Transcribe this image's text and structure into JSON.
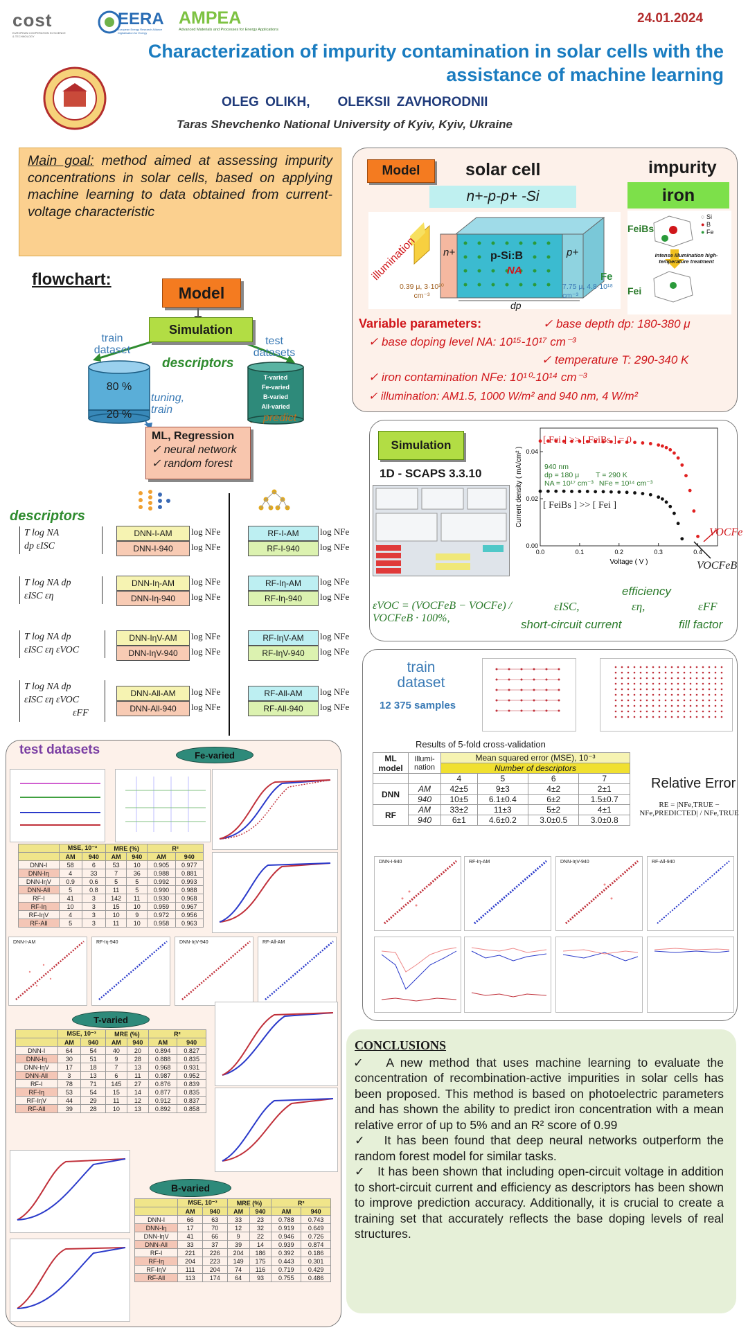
{
  "header": {
    "logos": {
      "cost": "cost",
      "cost_sub": "EUROPEAN COOPERATION IN SCIENCE & TECHNOLOGY",
      "eera": "EERA",
      "eera_sub": "European Energy Research Alliance Digitalisation for Energy",
      "ampea": "AMPEA",
      "ampea_sub": "Advanced Materials and Processes for Energy Applications"
    },
    "date": "24.01.2024",
    "title_line1": "Characterization of impurity contamination in solar cells with the",
    "title_line2": "assistance of machine learning",
    "author1": "OLEG OLIKH,",
    "author2": "OLEKSII ZAVHORODNII",
    "affiliation": "Taras Shevchenko National University of Kyiv, Kyiv, Ukraine"
  },
  "main_goal": {
    "lead": "Main goal:",
    "text": " method aimed at assessing impurity concentrations in solar cells, based on applying machine learning to data obtained from current-voltage characteristic"
  },
  "flowchart": {
    "title": "flowchart:",
    "model": "Model",
    "simulation": "Simulation",
    "train_dataset": "train dataset",
    "test_datasets": "test datasets",
    "descriptors": "descriptors",
    "pct80": "80 %",
    "pct20": "20 %",
    "tuning": "tuning, train",
    "predict": "predict",
    "test_list": [
      "T-varied",
      "Fe-varied",
      "B-varied",
      "All-varied"
    ],
    "ml_title": "ML, Regression",
    "ml_items": [
      "neural network",
      "random forest"
    ]
  },
  "descriptors": {
    "title": "descriptors",
    "groups": [
      {
        "dnn": [
          "DNN-I-AM",
          "DNN-I-940"
        ],
        "rf": [
          "RF-I-AM",
          "RF-I-940"
        ],
        "matrix": [
          "T   log NA",
          "dp   εISC"
        ]
      },
      {
        "dnn": [
          "DNN-Iη-AM",
          "DNN-Iη-940"
        ],
        "rf": [
          "RF-Iη-AM",
          "RF-Iη-940"
        ],
        "matrix": [
          "T  log NA  dp",
          "εISC   εη"
        ]
      },
      {
        "dnn": [
          "DNN-IηV-AM",
          "DNN-IηV-940"
        ],
        "rf": [
          "RF-IηV-AM",
          "RF-IηV-940"
        ],
        "matrix": [
          "T  log NA  dp",
          "εISC  εη  εVOC"
        ]
      },
      {
        "dnn": [
          "DNN-All-AM",
          "DNN-All-940"
        ],
        "rf": [
          "RF-All-AM",
          "RF-All-940"
        ],
        "matrix": [
          "T  log NA  dp",
          "εISC  εη  εVOC",
          "εFF"
        ]
      }
    ],
    "output": "log NFe"
  },
  "model_panel": {
    "model": "Model",
    "solar_cell": "solar cell",
    "structure": "n+-p-p+ -Si",
    "impurity": "impurity",
    "iron": "iron",
    "illumination": "illumination",
    "n_plus": "n+",
    "p_plus": "p+",
    "psi_b": "p-Si:B",
    "na": "NA",
    "dp": "dp",
    "fe": "Fe",
    "left_dim": "0.39 μ, 3·10²⁰ cm⁻³",
    "right_dim": "7.75 μ, 4.8·10¹⁸ cm⁻³",
    "feb": "FeiBs",
    "fei": "Fei",
    "legend": [
      "Si",
      "B",
      "Fe"
    ],
    "treatment": "intense illumination high-temperature treatment",
    "var_title": "Variable parameters:",
    "params": [
      "base depth dp: 180-380 μ",
      "base doping level NA: 10¹⁵-10¹⁷ cm⁻³",
      "temperature T: 290-340 K",
      "iron contamination NFe: 10¹⁰-10¹⁴ cm⁻³",
      "illumination: AM1.5, 1000 W/m² and 940 nm, 4 W/m²"
    ]
  },
  "simulation_panel": {
    "simulation": "Simulation",
    "scaps": "1D - SCAPS 3.3.10",
    "fe_label": "[ Fei ] >> [ FeiBs ] = 0",
    "feb_label": "[ FeiBs ] >> [ Fei ]",
    "cond": [
      "940 nm",
      "dp = 180 μ",
      "T = 290 K",
      "NA = 10¹⁷ cm⁻³",
      "NFe = 10¹⁴ cm⁻³"
    ],
    "voc_fe": "VOCFe",
    "voc_feb": "VOCFeB",
    "ylabel": "Current density ( mA/cm² )",
    "xlabel": "Voltage ( V )",
    "formula": "εVOC = (VOCFeB − VOCFe) / VOCFeB · 100%,",
    "eisc": "εISC,",
    "eeta": "εη,",
    "eff": "εFF",
    "efficiency": "efficiency",
    "sc_current": "short-circuit current",
    "fill_factor": "fill factor"
  },
  "chart_data": {
    "type": "scatter",
    "title": "",
    "xlabel": "Voltage ( V )",
    "ylabel": "Current density ( mA/cm² )",
    "xlim": [
      0,
      0.45
    ],
    "ylim": [
      0,
      0.05
    ],
    "xticks": [
      "0.0",
      "0.1",
      "0.2",
      "0.3",
      "0.4"
    ],
    "yticks": [
      "0.00",
      "0.02",
      "0.04"
    ],
    "series": [
      {
        "name": "[ Fei ] >> [ FeiBs ] = 0",
        "color": "#e02020",
        "x": [
          0,
          0.02,
          0.04,
          0.06,
          0.08,
          0.1,
          0.12,
          0.14,
          0.16,
          0.18,
          0.2,
          0.22,
          0.24,
          0.26,
          0.28,
          0.3,
          0.31,
          0.32,
          0.33,
          0.34,
          0.35,
          0.36,
          0.37,
          0.38,
          0.39,
          0.4
        ],
        "y": [
          0.0445,
          0.0445,
          0.0445,
          0.0444,
          0.0444,
          0.0444,
          0.0443,
          0.0443,
          0.0442,
          0.0442,
          0.0441,
          0.044,
          0.0439,
          0.0437,
          0.0434,
          0.0428,
          0.0424,
          0.0417,
          0.0408,
          0.0394,
          0.0373,
          0.0343,
          0.0298,
          0.0235,
          0.0148,
          0.004
        ]
      },
      {
        "name": "[ FeiBs ] >> [ Fei ]",
        "color": "#111111",
        "x": [
          0,
          0.02,
          0.04,
          0.06,
          0.08,
          0.1,
          0.12,
          0.14,
          0.16,
          0.18,
          0.2,
          0.22,
          0.24,
          0.26,
          0.28,
          0.3,
          0.31,
          0.32,
          0.33,
          0.34,
          0.35,
          0.36
        ],
        "y": [
          0.0232,
          0.0232,
          0.0232,
          0.0232,
          0.0231,
          0.0231,
          0.0231,
          0.023,
          0.023,
          0.0229,
          0.0228,
          0.0227,
          0.0225,
          0.0222,
          0.0217,
          0.0207,
          0.0199,
          0.0186,
          0.0167,
          0.0138,
          0.0095,
          0.003
        ]
      }
    ]
  },
  "train_panel": {
    "title": "train dataset",
    "samples": "12 375 samples",
    "cv_title": "Results of 5-fold cross-validation",
    "ml_model": "ML model",
    "illum": "Illumi-nation",
    "mse_head": "Mean squared error (MSE), 10⁻³",
    "nd_head": "Number of descriptors",
    "cols": [
      "4",
      "5",
      "6",
      "7"
    ],
    "rows": [
      {
        "model": "DNN",
        "illum": "AM",
        "vals": [
          "42±5",
          "9±3",
          "4±2",
          "2±1"
        ]
      },
      {
        "model": "",
        "illum": "940",
        "vals": [
          "10±5",
          "6.1±0.4",
          "6±2",
          "1.5±0.7"
        ]
      },
      {
        "model": "RF",
        "illum": "AM",
        "vals": [
          "33±2",
          "11±3",
          "5±2",
          "4±1"
        ]
      },
      {
        "model": "",
        "illum": "940",
        "vals": [
          "6±1",
          "4.6±0.2",
          "3.0±0.5",
          "3.0±0.8"
        ]
      }
    ],
    "re_title": "Relative Error",
    "re_formula": "RE = |NFe,TRUE − NFe,PREDICTED| / NFe,TRUE",
    "scatter_labels": [
      "DNN-I-940",
      "RF-Iη-AM",
      "DNN-IηV-940",
      "RF-All-940"
    ]
  },
  "test_panel": {
    "title": "test datasets",
    "fe_varied": "Fe-varied",
    "t_varied": "T-varied",
    "b_varied": "B-varied",
    "head": [
      "MSE, 10⁻³",
      "MRE (%)",
      "R²"
    ],
    "sub": [
      "AM",
      "940",
      "AM",
      "940",
      "AM",
      "940"
    ],
    "fe_rows": [
      [
        "DNN-I",
        "58",
        "6",
        "53",
        "10",
        "0.905",
        "0.977"
      ],
      [
        "DNN-Iη",
        "4",
        "33",
        "7",
        "36",
        "0.988",
        "0.881"
      ],
      [
        "DNN-IηV",
        "0.9",
        "0.6",
        "5",
        "5",
        "0.992",
        "0.993"
      ],
      [
        "DNN-All",
        "5",
        "0.8",
        "11",
        "5",
        "0.990",
        "0.988"
      ],
      [
        "RF-I",
        "41",
        "3",
        "142",
        "11",
        "0.930",
        "0.968"
      ],
      [
        "RF-Iη",
        "10",
        "3",
        "15",
        "10",
        "0.959",
        "0.967"
      ],
      [
        "RF-IηV",
        "4",
        "3",
        "10",
        "9",
        "0.972",
        "0.956"
      ],
      [
        "RF-All",
        "5",
        "3",
        "11",
        "10",
        "0.958",
        "0.963"
      ]
    ],
    "t_rows": [
      [
        "DNN-I",
        "64",
        "54",
        "40",
        "20",
        "0.894",
        "0.827"
      ],
      [
        "DNN-Iη",
        "30",
        "51",
        "9",
        "28",
        "0.888",
        "0.835"
      ],
      [
        "DNN-IηV",
        "17",
        "18",
        "7",
        "13",
        "0.968",
        "0.931"
      ],
      [
        "DNN-All",
        "3",
        "13",
        "6",
        "11",
        "0.987",
        "0.952"
      ],
      [
        "RF-I",
        "78",
        "71",
        "145",
        "27",
        "0.876",
        "0.839"
      ],
      [
        "RF-Iη",
        "53",
        "54",
        "15",
        "14",
        "0.877",
        "0.835"
      ],
      [
        "RF-IηV",
        "44",
        "29",
        "11",
        "12",
        "0.912",
        "0.837"
      ],
      [
        "RF-All",
        "39",
        "28",
        "10",
        "13",
        "0.892",
        "0.858"
      ]
    ],
    "b_rows": [
      [
        "DNN-I",
        "66",
        "63",
        "33",
        "23",
        "0.788",
        "0.743"
      ],
      [
        "DNN-Iη",
        "17",
        "70",
        "12",
        "32",
        "0.919",
        "0.649"
      ],
      [
        "DNN-IηV",
        "41",
        "66",
        "9",
        "22",
        "0.946",
        "0.726"
      ],
      [
        "DNN-All",
        "33",
        "37",
        "39",
        "14",
        "0.939",
        "0.874"
      ],
      [
        "RF-I",
        "221",
        "226",
        "204",
        "186",
        "0.392",
        "0.186"
      ],
      [
        "RF-Iη",
        "204",
        "223",
        "149",
        "175",
        "0.443",
        "0.301"
      ],
      [
        "RF-IηV",
        "111",
        "204",
        "74",
        "116",
        "0.719",
        "0.429"
      ],
      [
        "RF-All",
        "113",
        "174",
        "64",
        "93",
        "0.755",
        "0.486"
      ]
    ],
    "scatter_labels": [
      "DNN-I-AM",
      "RF-Iη-940",
      "DNN-IηV-940",
      "RF-All-AM"
    ]
  },
  "conclusions": {
    "title": "CONCLUSIONS",
    "items": [
      "A new method that uses machine learning to evaluate the concentration of recombination-active impurities in solar cells has been proposed. This method is based on photoelectric parameters and has shown the ability to predict iron concentration with a mean relative error of up to 5% and an R² score of 0.99",
      "It has been found that deep neural networks outperform the random forest model for similar tasks.",
      "It has been shown that including open-circuit voltage in addition to short-circuit current and efficiency as descriptors has been shown to improve prediction accuracy. Additionally, it is crucial to create a training set that accurately reflects the base doping levels of real structures."
    ]
  },
  "colors": {
    "title_blue": "#1a7cc0",
    "navy": "#1f3a7a",
    "red": "#d0161a",
    "orange": "#f47b20",
    "green": "#2e8b2e",
    "purple": "#7a3ea3"
  }
}
